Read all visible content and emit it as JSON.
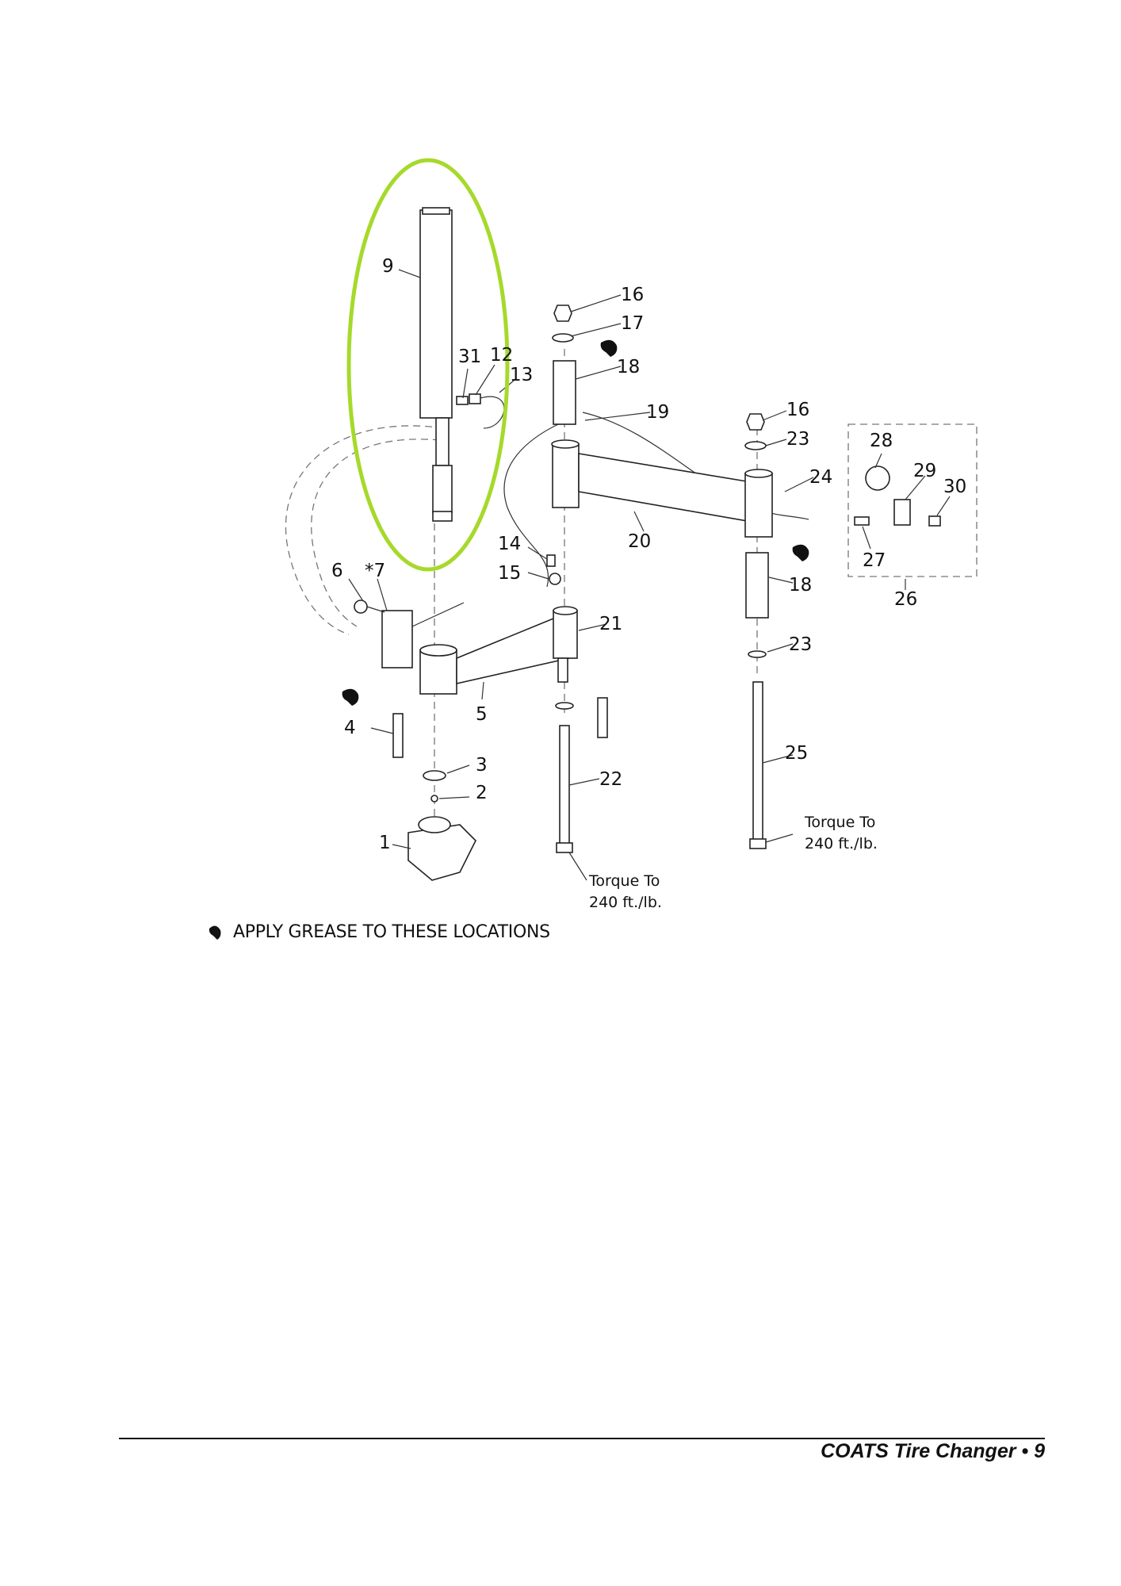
{
  "callouts": {
    "c1": "1",
    "c2": "2",
    "c3": "3",
    "c4": "4",
    "c5": "5",
    "c6": "6",
    "c7": "*7",
    "c9": "9",
    "c12": "12",
    "c13": "13",
    "c14": "14",
    "c15": "15",
    "c16a": "16",
    "c16b": "16",
    "c17": "17",
    "c18a": "18",
    "c18b": "18",
    "c19": "19",
    "c20": "20",
    "c21": "21",
    "c22": "22",
    "c23a": "23",
    "c23b": "23",
    "c24": "24",
    "c25": "25",
    "c26": "26",
    "c27": "27",
    "c28": "28",
    "c29": "29",
    "c30": "30",
    "c31": "31"
  },
  "torque_notes": {
    "left_line1": "Torque To",
    "left_line2": "240 ft./lb.",
    "right_line1": "Torque To",
    "right_line2": "240 ft./lb."
  },
  "legend": {
    "icon": "grease-drop-icon",
    "text": "APPLY GREASE TO THESE LOCATIONS"
  },
  "footer": {
    "text": "COATS Tire Changer • 9"
  },
  "colors": {
    "highlight": "#a6d92b",
    "ink": "#111111"
  }
}
